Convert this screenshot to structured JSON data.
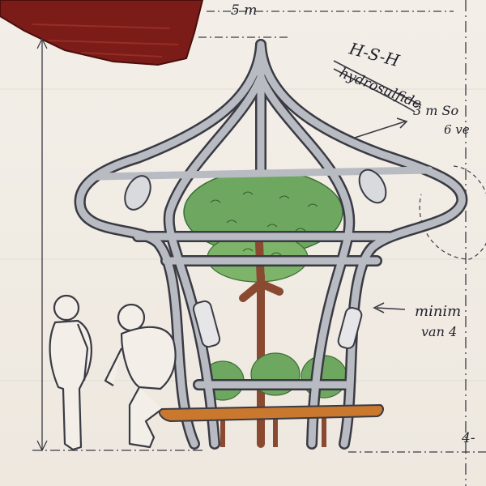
{
  "annotations": {
    "top_dimension": "5 m",
    "label_code": "H-S-H",
    "label_name": "hydrosulfide",
    "note_height": "3 m So",
    "note_sub": "6 ve",
    "note_right_1": "minim",
    "note_right_2": "van 4",
    "bottom_right": "4-"
  },
  "colors": {
    "ink": "#3a3a44",
    "frame": "#9aa0a8",
    "foliage": "#6ea860",
    "trunk": "#8a4a32",
    "bench": "#c9782e",
    "object": "#7b1c18"
  }
}
